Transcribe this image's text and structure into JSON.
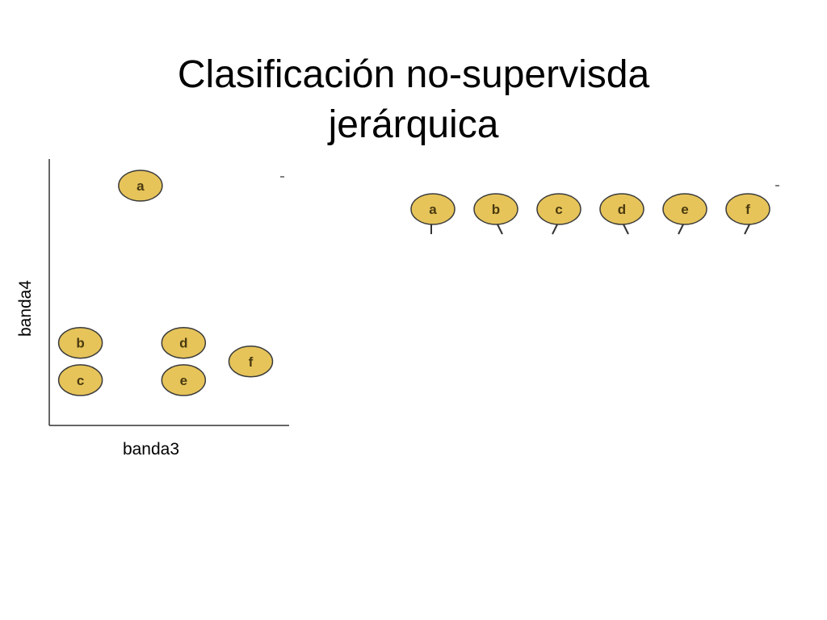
{
  "title": {
    "line1": "Clasificación no-supervisda",
    "line2": "jerárquica"
  },
  "colors": {
    "node_fill": "#e6c45a",
    "node_stroke": "#3a3a3a",
    "axis": "#333333"
  },
  "chart_data": {
    "type": "scatter",
    "xlabel": "banda3",
    "ylabel": "banda4",
    "points": [
      {
        "label": "a",
        "x": 3.8,
        "y": 9.0
      },
      {
        "label": "b",
        "x": 1.3,
        "y": 3.1
      },
      {
        "label": "c",
        "x": 1.3,
        "y": 1.7
      },
      {
        "label": "d",
        "x": 5.6,
        "y": 3.1
      },
      {
        "label": "e",
        "x": 5.6,
        "y": 1.7
      },
      {
        "label": "f",
        "x": 8.4,
        "y": 2.4
      }
    ],
    "xlim": [
      0,
      10
    ],
    "ylim": [
      0,
      10
    ],
    "grid": false
  },
  "dendrogram": {
    "leaves": [
      "a",
      "b",
      "c",
      "d",
      "e",
      "f"
    ]
  }
}
